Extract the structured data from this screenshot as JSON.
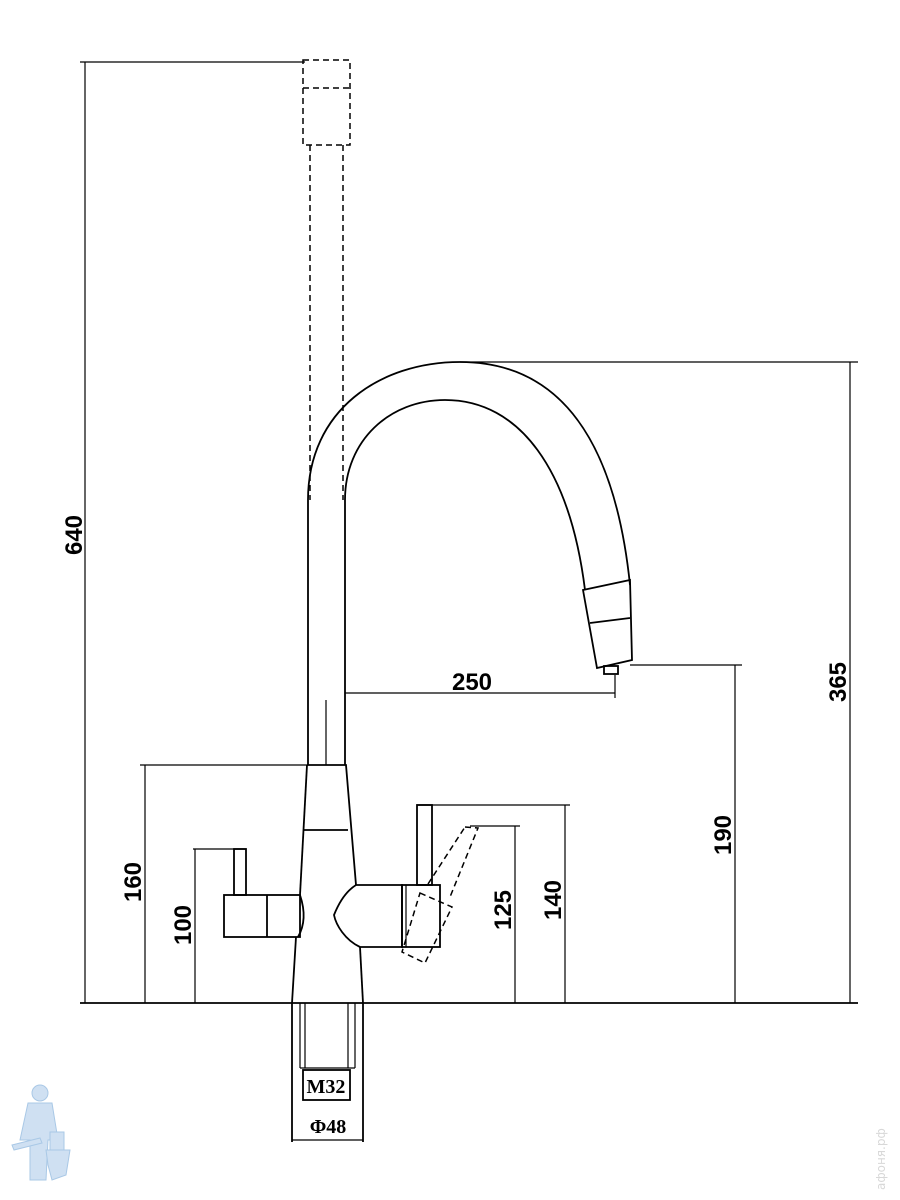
{
  "title": "Faucet technical drawing",
  "dimensions": {
    "total_height": "640",
    "spout_height": "365",
    "spout_reach": "250",
    "nozzle_height": "190",
    "body_height": "160",
    "left_handle_height": "100",
    "right_handle_height": "140",
    "right_handle_tilted_height": "125"
  },
  "base": {
    "thread": "M32",
    "diameter": "Φ48"
  },
  "watermark": "афоня.рф",
  "logo": {
    "icon": "plumber-with-toilet-logo",
    "color": "#b8d4ec"
  }
}
